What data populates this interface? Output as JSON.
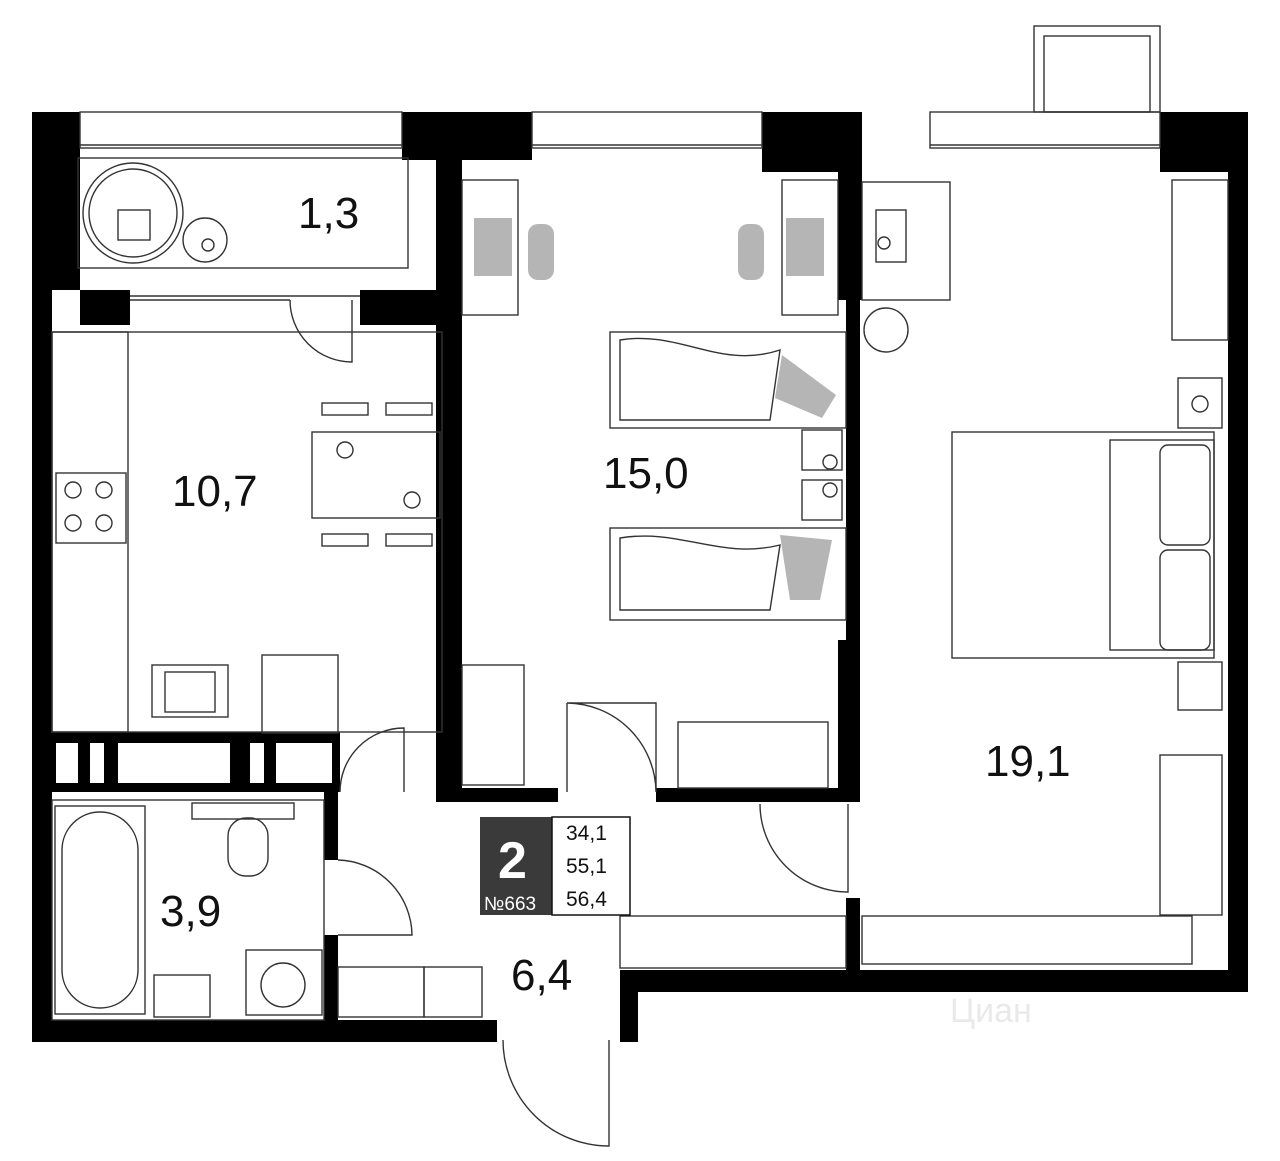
{
  "rooms": {
    "balcony": "1,3",
    "kitchen": "10,7",
    "kids_room": "15,0",
    "bedroom": "19,1",
    "bathroom": "3,9",
    "hallway": "6,4"
  },
  "badge": {
    "rooms_count": "2",
    "apartment_number": "№663"
  },
  "areas": {
    "living": "34,1",
    "total": "55,1",
    "total_with_balcony": "56,4"
  },
  "watermark": "Циан",
  "colors": {
    "wall": "#000000",
    "furniture_fill": "#b5b5b5",
    "badge_bg": "#3a3a3a"
  }
}
